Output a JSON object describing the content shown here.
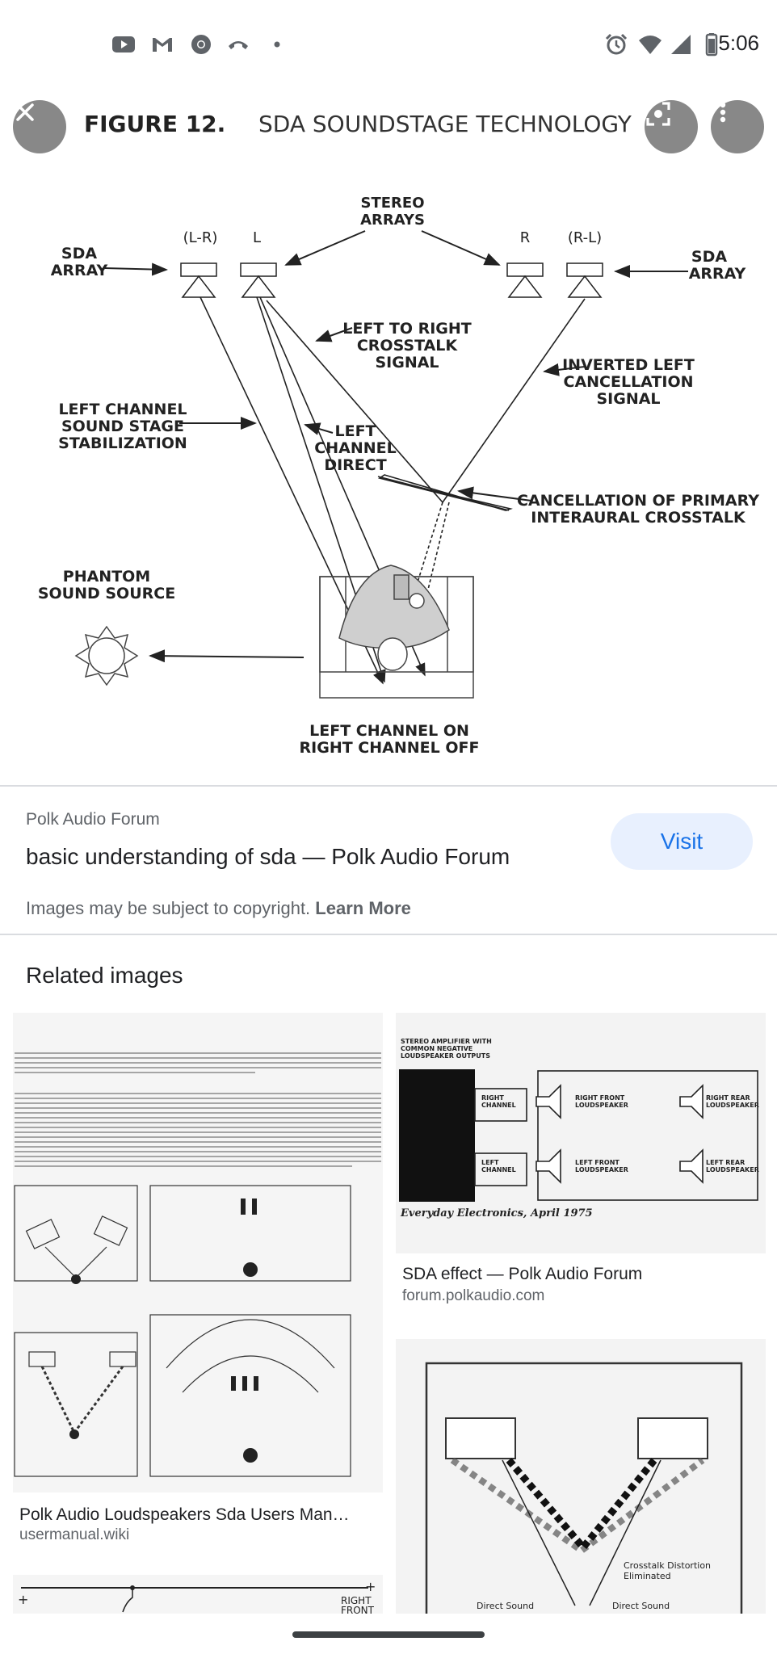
{
  "status_bar": {
    "time": "5:06",
    "left_icons": [
      "youtube-icon",
      "gmail-icon",
      "chrome-icon",
      "call-icon",
      "dot-icon"
    ],
    "right_icons": [
      "alarm-icon",
      "wifi-icon",
      "signal-icon",
      "battery-icon"
    ]
  },
  "viewer": {
    "close_icon": "close-icon",
    "lens_icon": "lens-icon",
    "more_icon": "more-vert-icon",
    "figure": {
      "title_bold": "FIGURE 12.",
      "title_rest": "SDA SOUNDSTAGE TECHNOLOGY",
      "labels": {
        "stereo_arrays": [
          "STEREO",
          "ARRAYS"
        ],
        "l_minus_r": "(L-R)",
        "l": "L",
        "r": "R",
        "r_minus_l": "(R-L)",
        "sda_array_left": [
          "SDA",
          "ARRAY"
        ],
        "sda_array_right": [
          "SDA",
          "ARRAY"
        ],
        "left_to_right": [
          "LEFT TO RIGHT",
          "CROSSTALK",
          "SIGNAL"
        ],
        "inverted_left": [
          "INVERTED LEFT",
          "CANCELLATION",
          "SIGNAL"
        ],
        "left_channel_stab": [
          "LEFT CHANNEL",
          "SOUND STAGE",
          "STABILIZATION"
        ],
        "left_channel_direct": [
          "LEFT",
          "CHANNEL",
          "DIRECT"
        ],
        "cancellation": [
          "CANCELLATION OF PRIMARY",
          "INTERAURAL CROSSTALK"
        ],
        "phantom": [
          "PHANTOM",
          "SOUND SOURCE"
        ],
        "left_on": [
          "LEFT CHANNEL ON",
          "RIGHT CHANNEL OFF"
        ]
      }
    }
  },
  "source": {
    "site_name": "Polk Audio Forum",
    "title": "basic understanding of sda — Polk Audio Forum",
    "visit_label": "Visit",
    "copyright_text": "Images may be subject to copyright.",
    "learn_more": "Learn More"
  },
  "related": {
    "heading": "Related images",
    "items": [
      {
        "title": "Polk Audio Loudspeakers Sda Users Man…",
        "site": "usermanual.wiki"
      },
      {
        "title": "SDA effect — Polk Audio Forum",
        "site": "forum.polkaudio.com",
        "thumb_text": {
          "amp_label": [
            "STEREO AMPLIFIER WITH",
            "COMMON NEGATIVE",
            "LOUDSPEAKER OUTPUTS"
          ],
          "right_channel": [
            "RIGHT",
            "CHANNEL"
          ],
          "left_channel": [
            "LEFT",
            "CHANNEL"
          ],
          "right_front": [
            "RIGHT FRONT",
            "LOUDSPEAKER"
          ],
          "left_front": [
            "LEFT FRONT",
            "LOUDSPEAKER"
          ],
          "right_rear": [
            "RIGHT REAR",
            "LOUDSPEAKER"
          ],
          "left_rear": [
            "LEFT REAR",
            "LOUDSPEAKER"
          ],
          "caption": "Everyday Electronics, April 1975"
        }
      },
      {
        "thumb_text": {
          "crosstalk": [
            "Crosstalk Distortion",
            "Eliminated"
          ],
          "direct_left": "Direct Sound",
          "direct_right": "Direct Sound"
        }
      },
      {
        "thumb_text": {
          "right_front": [
            "RIGHT",
            "FRONT"
          ]
        }
      }
    ]
  }
}
